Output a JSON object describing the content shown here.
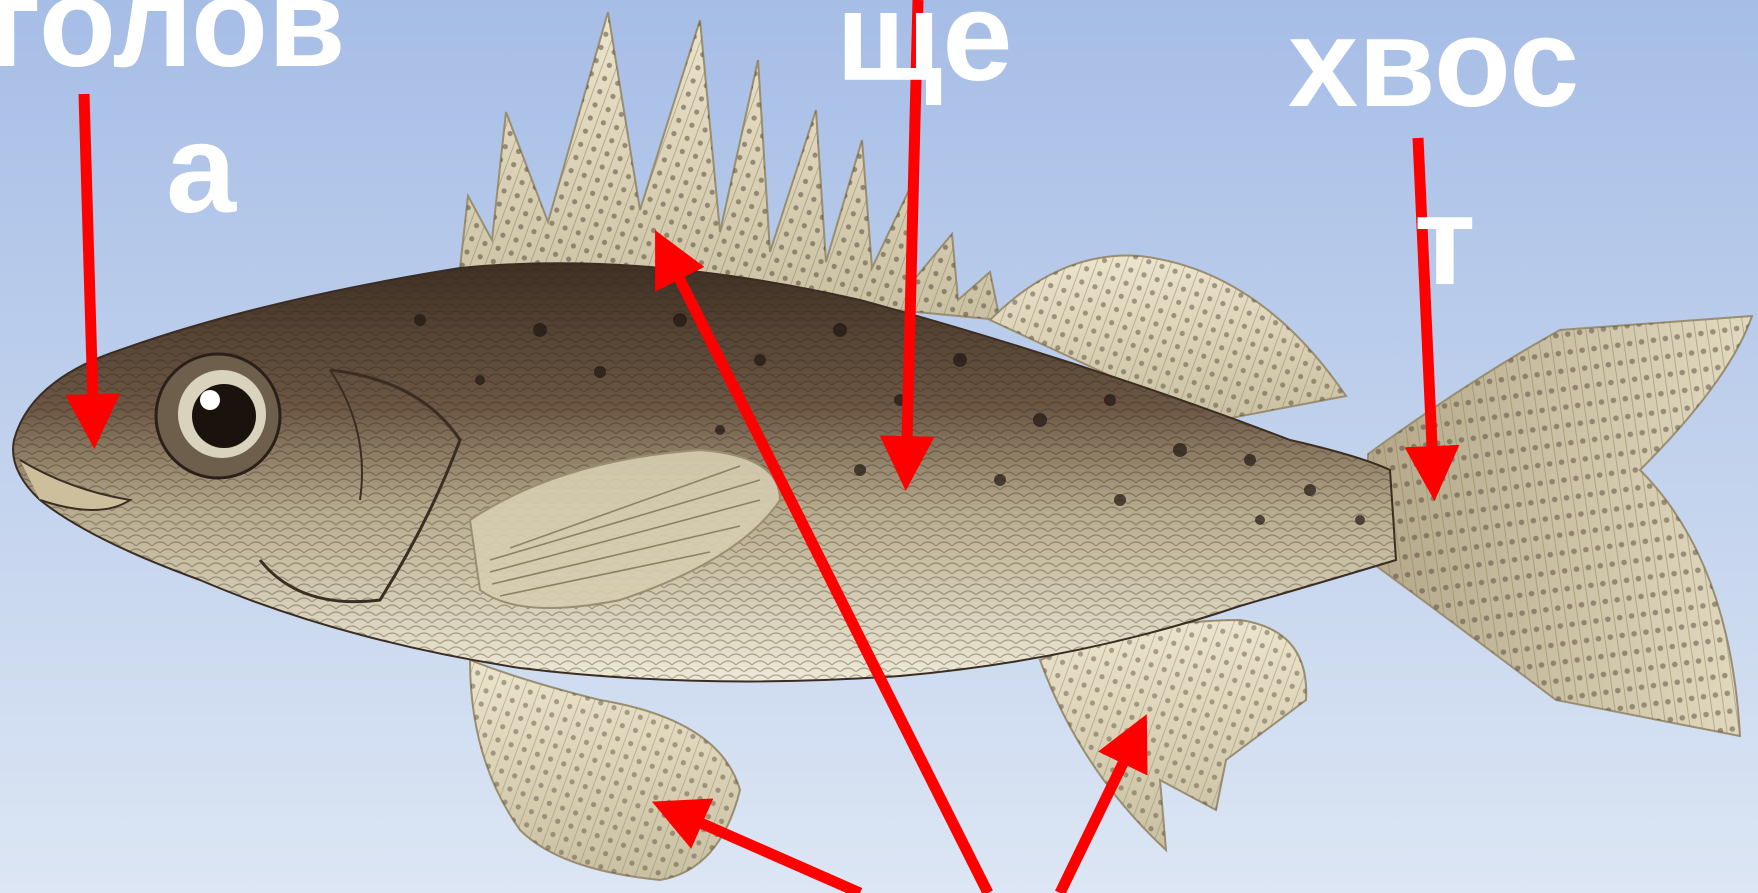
{
  "labels": {
    "head_line1": "голов",
    "head_line2": "а",
    "body_line1": "ще",
    "tail_line1": "хвос",
    "tail_line2": "т"
  },
  "colors": {
    "background_top": "#a6bde6",
    "background_bottom": "#dce6f4",
    "arrow": "#ff0000",
    "label_text": "#ffffff",
    "fish_back": "#5b4636",
    "fish_belly": "#eae4cf",
    "fin": "#e7dfc6",
    "fin_spots": "#4a3a2e"
  },
  "icons": {
    "subject": "ruffe-fish-illustration",
    "pointers": "red-arrow"
  }
}
